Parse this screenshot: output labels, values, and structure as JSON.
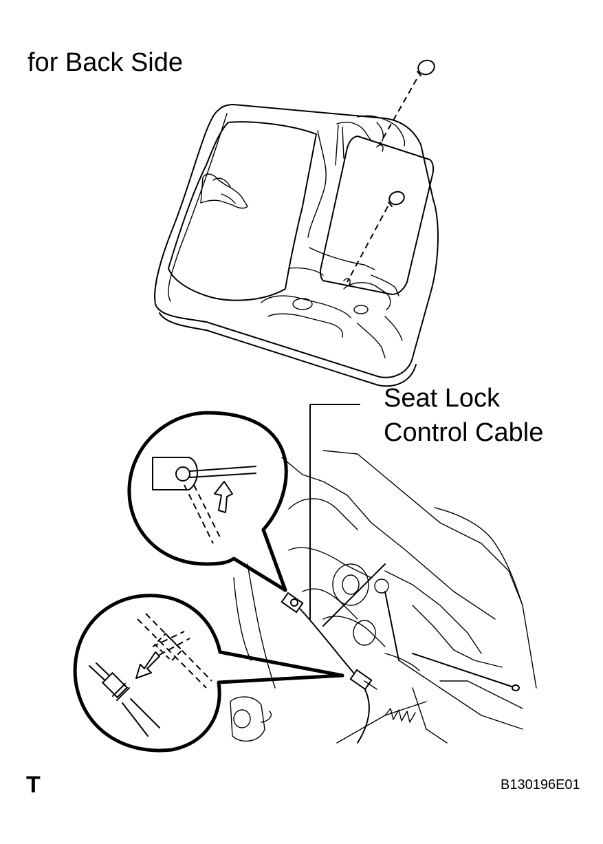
{
  "title": "for Back Side",
  "callout": {
    "line1": "Seat Lock",
    "line2": "Control Cable"
  },
  "corner_mark": "T",
  "figure_id": "B130196E01"
}
